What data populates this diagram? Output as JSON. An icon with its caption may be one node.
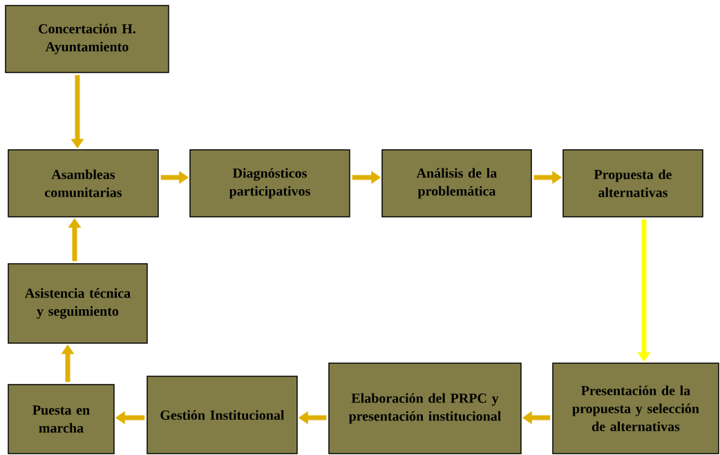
{
  "diagram": {
    "nodes": [
      {
        "text": [
          "Concertación H. Ayuntamiento"
        ]
      },
      {
        "text": [
          "Asambleas comunitarias"
        ]
      },
      {
        "text": [
          "Diagnósticos participativos"
        ]
      },
      {
        "text": [
          "Análisis de la problemática"
        ]
      },
      {
        "text": [
          "Propuesta de alternativas"
        ]
      },
      {
        "text": [
          "Asistencia técnica y seguimiento"
        ]
      },
      {
        "text": [
          "Puesta en marcha"
        ]
      },
      {
        "text": [
          "Gestión Institucional"
        ]
      },
      {
        "text": [
          "Elaboración del PRPC y presentación institucional"
        ]
      },
      {
        "text": [
          "Presentación de la propuesta y selección de alternativas"
        ]
      }
    ],
    "edges": [
      {
        "from": 0,
        "to": 1,
        "arrow": "to"
      },
      {
        "from": 1,
        "to": 2,
        "arrow": "to"
      },
      {
        "from": 2,
        "to": 3,
        "arrow": "to"
      },
      {
        "from": 3,
        "to": 4,
        "arrow": "to"
      },
      {
        "from": 4,
        "to": 9,
        "arrow": "to",
        "color": "#ffff00"
      },
      {
        "from": 9,
        "to": 8,
        "arrow": "to"
      },
      {
        "from": 8,
        "to": 7,
        "arrow": "to"
      },
      {
        "from": 7,
        "to": 6,
        "arrow": "to"
      },
      {
        "from": 6,
        "to": 5,
        "arrow": "to"
      },
      {
        "from": 5,
        "to": 1,
        "arrow": "to"
      }
    ]
  }
}
